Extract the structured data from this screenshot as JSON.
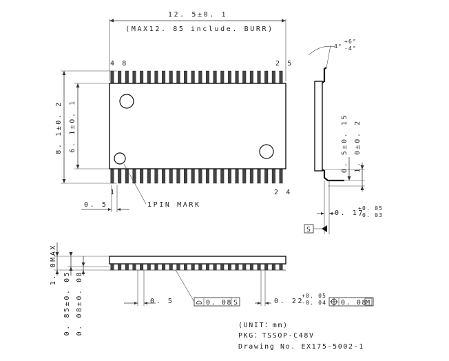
{
  "drawing": {
    "pin_count": 48,
    "pins_per_side": 24,
    "top_view": {
      "width_dim": "12. 5±0. 1",
      "width_note": "(MAX12. 85  include. BURR)",
      "height_outer_dim": "8. 1±0. 2",
      "height_body_dim": "6. 1±0. 1",
      "pitch_dim": "0. 5",
      "pin_label_48": "4 8",
      "pin_label_25": "2 5",
      "pin_label_1": "1",
      "pin_label_24": "2 4",
      "pin_mark_label": "1PIN  MARK"
    },
    "side_view": {
      "angle_main": "4°",
      "angle_plus": "+6°",
      "angle_minus": "-4°",
      "lead_len_dim": "0. 5±0. 15",
      "foot_dim": "1. 0±0. 2",
      "thickness_main": "0. 17",
      "thickness_plus": "+0. 05",
      "thickness_minus": "-0. 03",
      "datum": "S"
    },
    "front_view": {
      "max_height_dim": "1. 0MAX",
      "body_height_dim": "0. 85±0. 05",
      "standoff_dim": "0. 08±0. 08",
      "pitch_dim": "0. 5",
      "flatness_value": "0. 08",
      "flatness_datum": "S",
      "lead_width_main": "0. 22",
      "lead_width_plus": "+0. 05",
      "lead_width_minus": "-0. 04",
      "position_value": "0. 08",
      "position_modifier": "M"
    },
    "notes": {
      "unit": "(UNIT：mm)",
      "pkg": "PKG：TSSOP-C48V",
      "drawing_no": "Drawing  No. EX175-5002-1"
    }
  }
}
